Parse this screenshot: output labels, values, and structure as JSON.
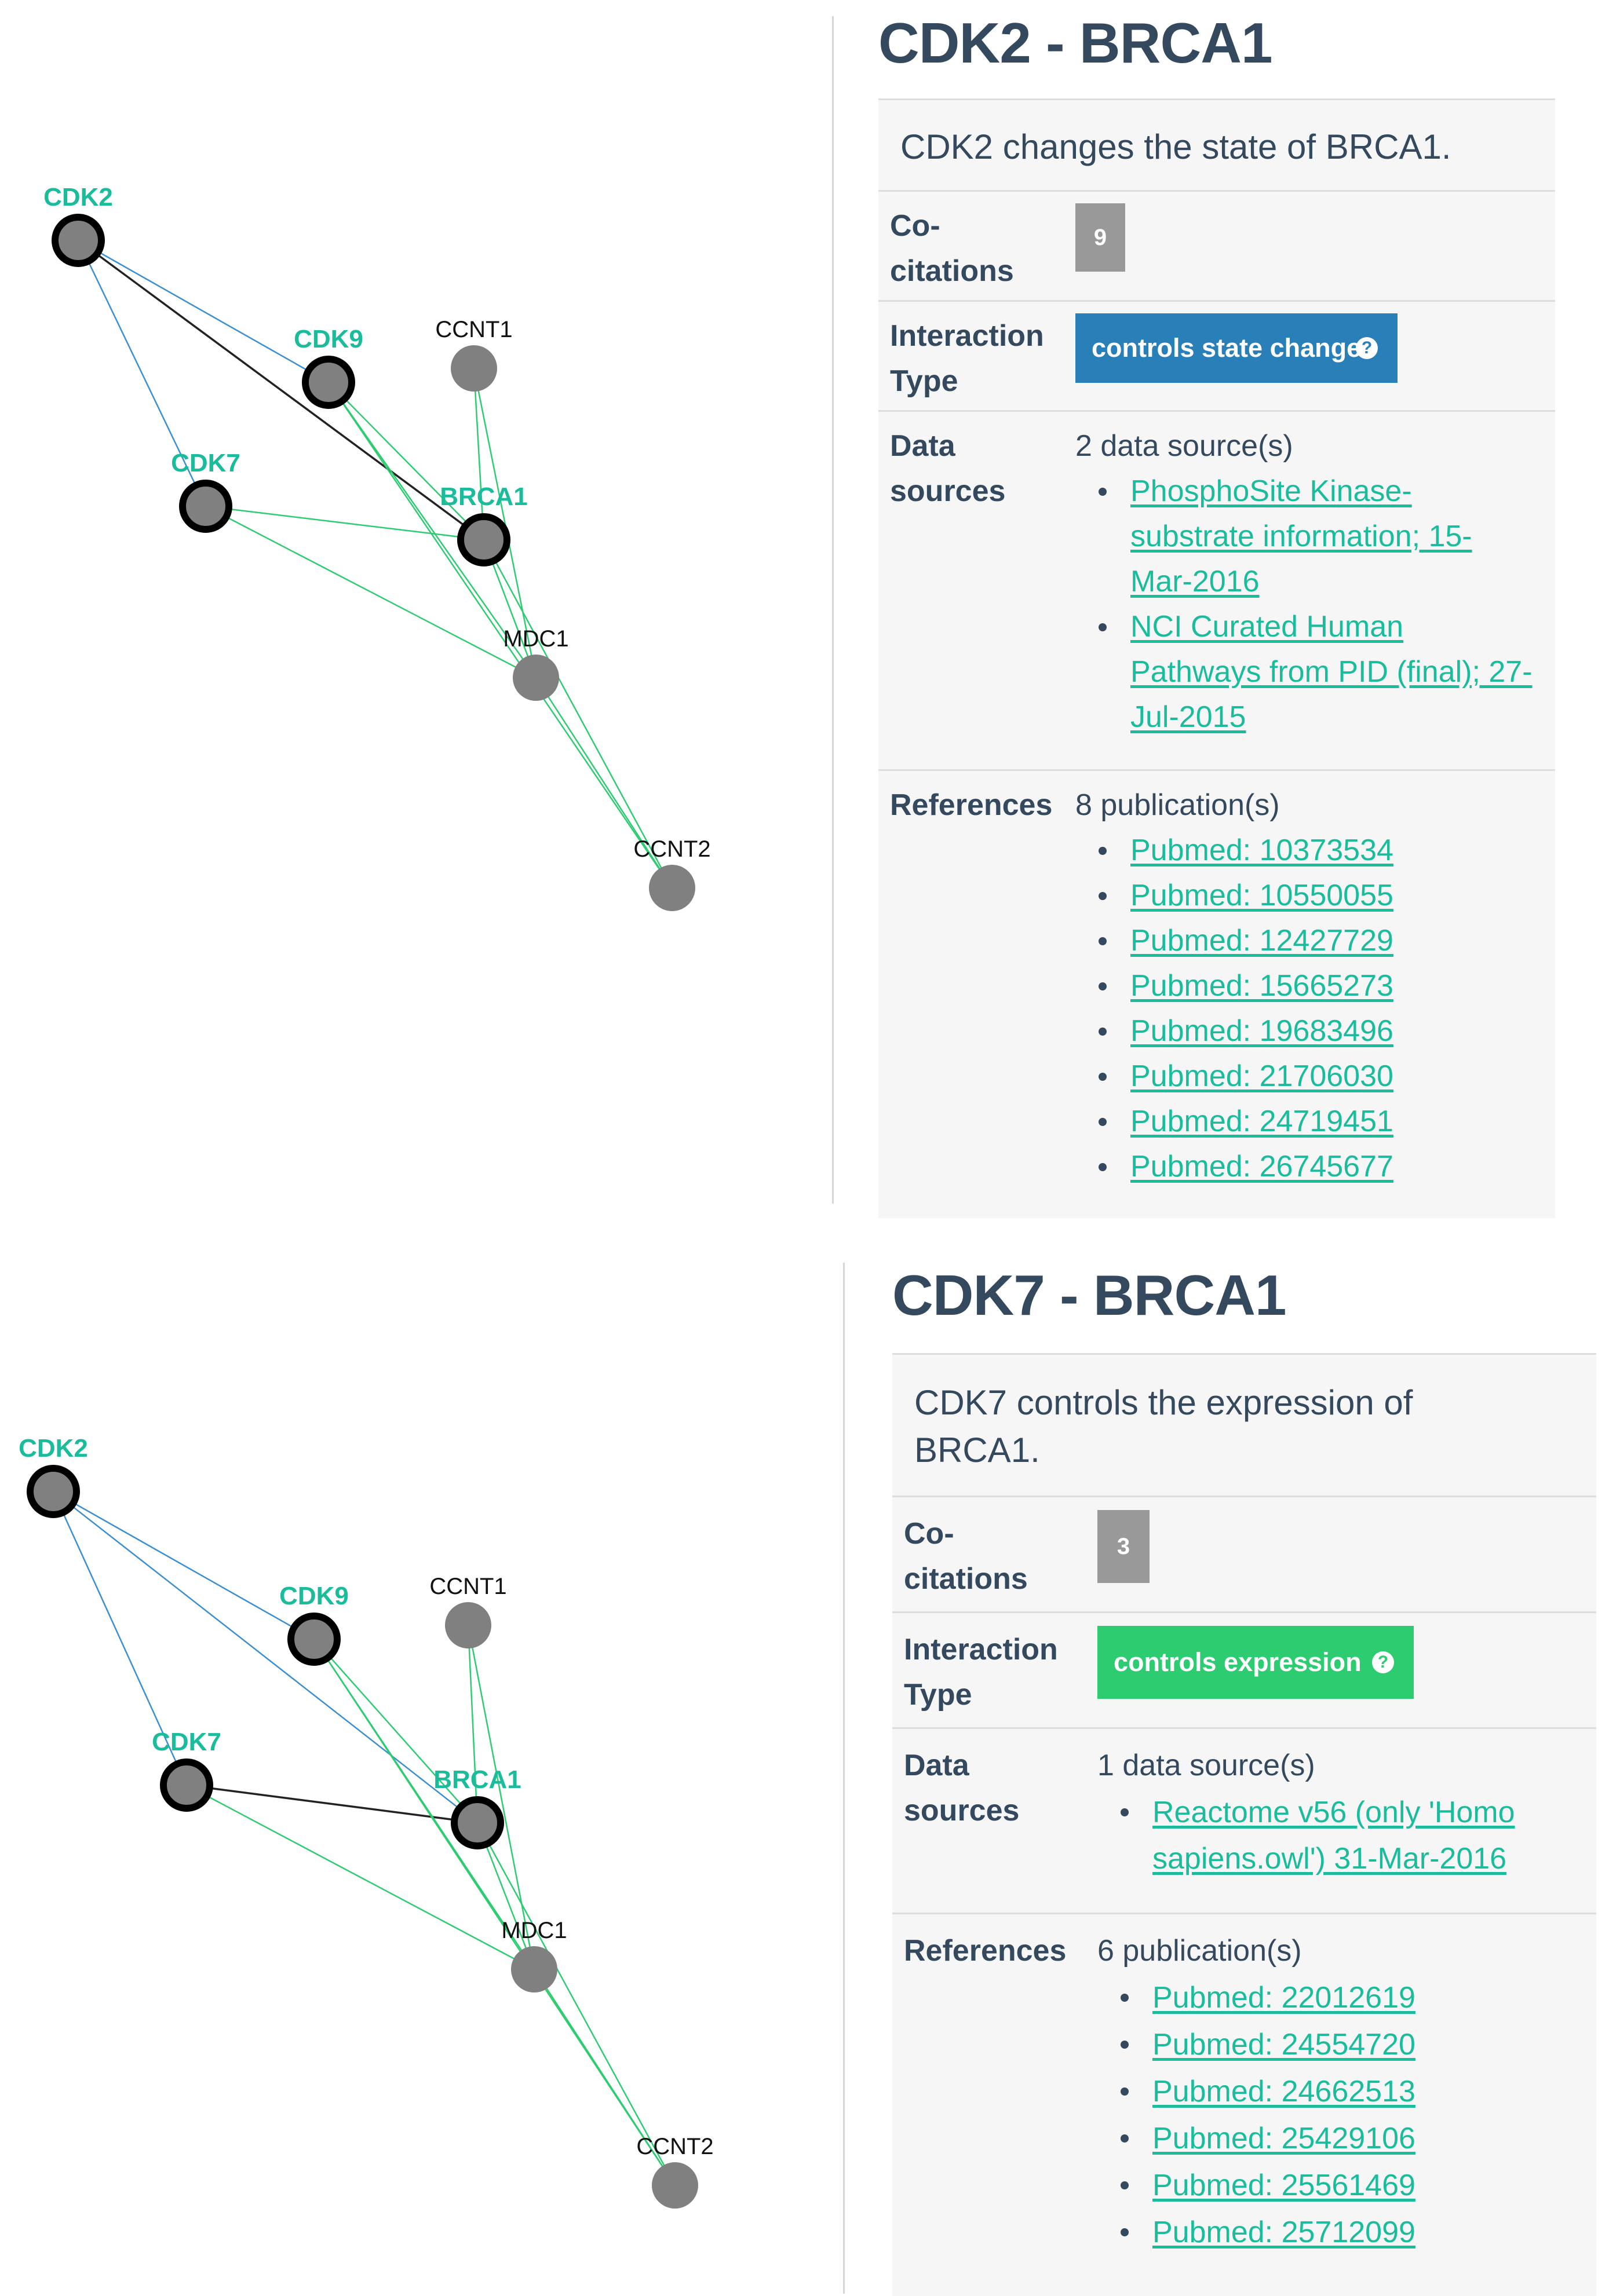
{
  "colors": {
    "highlight_label": "#1abc9c",
    "node_fill": "#808080",
    "edge_blue": "#3b8fd1",
    "edge_green": "#2ecc71",
    "edge_selected": "#222222",
    "state_change_badge": "#2980b9",
    "expression_badge": "#2ecc71",
    "count_badge": "#999999",
    "link": "#1abc9c",
    "text": "#34495e"
  },
  "icons": {
    "help": "question-circle-icon",
    "help_glyph": "?"
  },
  "panels": [
    {
      "graph": {
        "nodes": [
          {
            "id": "CDK2",
            "label": "CDK2",
            "highlighted": true
          },
          {
            "id": "CDK9",
            "label": "CDK9",
            "highlighted": true
          },
          {
            "id": "CCNT1",
            "label": "CCNT1",
            "highlighted": false
          },
          {
            "id": "CDK7",
            "label": "CDK7",
            "highlighted": true
          },
          {
            "id": "BRCA1",
            "label": "BRCA1",
            "highlighted": true
          },
          {
            "id": "MDC1",
            "label": "MDC1",
            "highlighted": false
          },
          {
            "id": "CCNT2",
            "label": "CCNT2",
            "highlighted": false
          }
        ],
        "edges": [
          {
            "from": "CDK2",
            "to": "CDK9",
            "kind": "blue"
          },
          {
            "from": "CDK2",
            "to": "CDK7",
            "kind": "blue"
          },
          {
            "from": "CDK2",
            "to": "BRCA1",
            "kind": "selected"
          },
          {
            "from": "CDK9",
            "to": "BRCA1",
            "kind": "green"
          },
          {
            "from": "CDK9",
            "to": "MDC1",
            "kind": "green"
          },
          {
            "from": "CDK9",
            "to": "CCNT2",
            "kind": "green"
          },
          {
            "from": "CCNT1",
            "to": "BRCA1",
            "kind": "green"
          },
          {
            "from": "CCNT1",
            "to": "MDC1",
            "kind": "green"
          },
          {
            "from": "CDK7",
            "to": "BRCA1",
            "kind": "green"
          },
          {
            "from": "CDK7",
            "to": "MDC1",
            "kind": "green"
          },
          {
            "from": "BRCA1",
            "to": "MDC1",
            "kind": "green"
          },
          {
            "from": "BRCA1",
            "to": "CCNT2",
            "kind": "green"
          },
          {
            "from": "MDC1",
            "to": "CCNT2",
            "kind": "green"
          }
        ]
      },
      "detail": {
        "title": "CDK2 - BRCA1",
        "summary": "CDK2 changes the state of BRCA1.",
        "cocitations_label": "Co-\ncitations",
        "cocitations_count": "9",
        "interaction_label": "Interaction\nType",
        "interaction_type": "controls state change",
        "interaction_kind": "state",
        "datasources_label": "Data\nsources",
        "datasources_count": "2 data source(s)",
        "datasources": [
          "PhosphoSite Kinase-\nsubstrate information; 15-\nMar-2016",
          "NCI Curated Human\nPathways from PID (final); 27-\nJul-2015"
        ],
        "references_label": "References",
        "references_count": "8 publication(s)",
        "references": [
          "Pubmed: 10373534",
          "Pubmed: 10550055",
          "Pubmed: 12427729",
          "Pubmed: 15665273",
          "Pubmed: 19683496",
          "Pubmed: 21706030",
          "Pubmed: 24719451",
          "Pubmed: 26745677"
        ]
      }
    },
    {
      "graph": {
        "nodes": [
          {
            "id": "CDK2",
            "label": "CDK2",
            "highlighted": true
          },
          {
            "id": "CDK9",
            "label": "CDK9",
            "highlighted": true
          },
          {
            "id": "CCNT1",
            "label": "CCNT1",
            "highlighted": false
          },
          {
            "id": "CDK7",
            "label": "CDK7",
            "highlighted": true
          },
          {
            "id": "BRCA1",
            "label": "BRCA1",
            "highlighted": true
          },
          {
            "id": "MDC1",
            "label": "MDC1",
            "highlighted": false
          },
          {
            "id": "CCNT2",
            "label": "CCNT2",
            "highlighted": false
          }
        ],
        "edges": [
          {
            "from": "CDK2",
            "to": "CDK9",
            "kind": "blue"
          },
          {
            "from": "CDK2",
            "to": "CDK7",
            "kind": "blue"
          },
          {
            "from": "CDK2",
            "to": "BRCA1",
            "kind": "blue"
          },
          {
            "from": "CDK7",
            "to": "BRCA1",
            "kind": "selected"
          },
          {
            "from": "CDK9",
            "to": "BRCA1",
            "kind": "green"
          },
          {
            "from": "CDK9",
            "to": "MDC1",
            "kind": "green"
          },
          {
            "from": "CDK9",
            "to": "CCNT2",
            "kind": "green"
          },
          {
            "from": "CCNT1",
            "to": "BRCA1",
            "kind": "green"
          },
          {
            "from": "CCNT1",
            "to": "MDC1",
            "kind": "green"
          },
          {
            "from": "CDK7",
            "to": "MDC1",
            "kind": "green"
          },
          {
            "from": "BRCA1",
            "to": "MDC1",
            "kind": "green"
          },
          {
            "from": "BRCA1",
            "to": "CCNT2",
            "kind": "green"
          },
          {
            "from": "MDC1",
            "to": "CCNT2",
            "kind": "green"
          }
        ]
      },
      "detail": {
        "title": "CDK7 - BRCA1",
        "summary": "CDK7 controls the expression of\nBRCA1.",
        "cocitations_label": "Co-\ncitations",
        "cocitations_count": "3",
        "interaction_label": "Interaction\nType",
        "interaction_type": "controls expression",
        "interaction_kind": "expression",
        "datasources_label": "Data\nsources",
        "datasources_count": "1 data source(s)",
        "datasources": [
          "Reactome v56 (only 'Homo\nsapiens.owl') 31-Mar-2016"
        ],
        "references_label": "References",
        "references_count": "6 publication(s)",
        "references": [
          "Pubmed: 22012619",
          "Pubmed: 24554720",
          "Pubmed: 24662513",
          "Pubmed: 25429106",
          "Pubmed: 25561469",
          "Pubmed: 25712099"
        ]
      }
    }
  ]
}
